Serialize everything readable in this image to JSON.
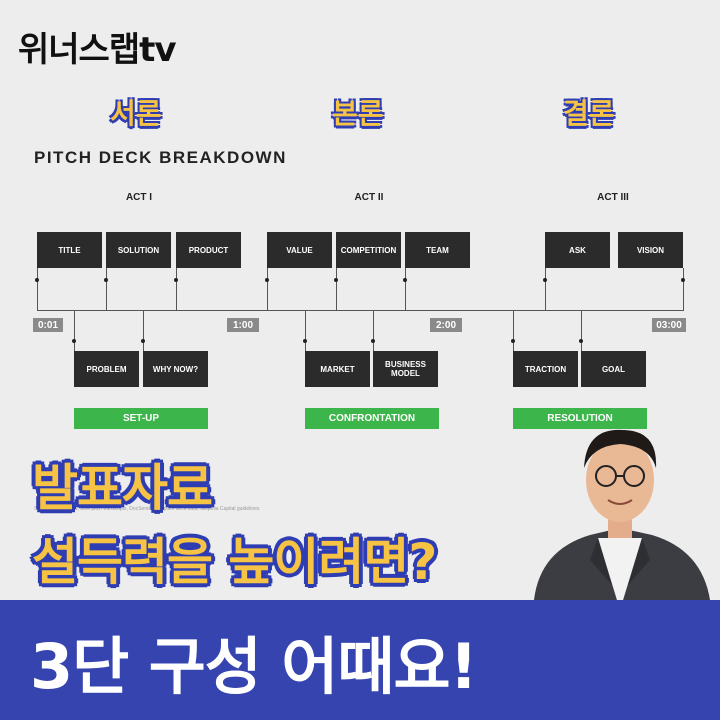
{
  "brand": "위너스랩tv",
  "sections": [
    "서론",
    "본론",
    "결론"
  ],
  "deck_title": "PITCH DECK BREAKDOWN",
  "acts": [
    "ACT I",
    "ACT II",
    "ACT III"
  ],
  "top_boxes": [
    "TITLE",
    "SOLUTION",
    "PRODUCT",
    "VALUE",
    "COMPETITION",
    "TEAM",
    "ASK",
    "VISION"
  ],
  "bottom_boxes": [
    "PROBLEM",
    "WHY NOW?",
    "MARKET",
    "BUSINESS\nMODEL",
    "TRACTION",
    "GOAL"
  ],
  "times": [
    "0:01",
    "1:00",
    "2:00",
    "03:00"
  ],
  "phases": [
    "SET-UP",
    "CONFRONTATION",
    "RESOLUTION"
  ],
  "source": "Sources: Bruch NW, 30M pitch transcripts, DocSend 2020 pitch deck data, Sequoia Capital guidelines",
  "headline": [
    "발표자료",
    "설득력을 높이려면?"
  ],
  "banner": "3단 구성 어때요!",
  "colors": {
    "accent_yellow": "#f6c344",
    "outline_blue": "#2f3db3",
    "banner_blue": "#3644b0",
    "phase_green": "#3cb54a",
    "box_dark": "#2b2b2b"
  }
}
